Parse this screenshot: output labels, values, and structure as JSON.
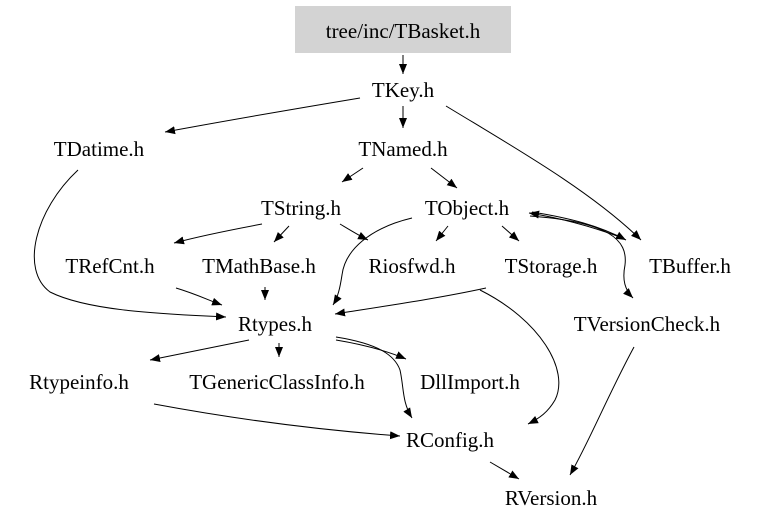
{
  "graph": {
    "root": {
      "id": "root",
      "label": "tree/inc/TBasket.h"
    },
    "nodes": [
      {
        "id": "tkey",
        "label": "TKey.h"
      },
      {
        "id": "tdatime",
        "label": "TDatime.h"
      },
      {
        "id": "tnamed",
        "label": "TNamed.h"
      },
      {
        "id": "tstring",
        "label": "TString.h"
      },
      {
        "id": "tobject",
        "label": "TObject.h"
      },
      {
        "id": "trefcnt",
        "label": "TRefCnt.h"
      },
      {
        "id": "tmathbase",
        "label": "TMathBase.h"
      },
      {
        "id": "riosfwd",
        "label": "Riosfwd.h"
      },
      {
        "id": "tstorage",
        "label": "TStorage.h"
      },
      {
        "id": "tbuffer",
        "label": "TBuffer.h"
      },
      {
        "id": "rtypes",
        "label": "Rtypes.h"
      },
      {
        "id": "tversioncheck",
        "label": "TVersionCheck.h"
      },
      {
        "id": "rtypeinfo",
        "label": "Rtypeinfo.h"
      },
      {
        "id": "tgenericclassinfo",
        "label": "TGenericClassInfo.h"
      },
      {
        "id": "dllimport",
        "label": "DllImport.h"
      },
      {
        "id": "rconfig",
        "label": "RConfig.h"
      },
      {
        "id": "rversion",
        "label": "RVersion.h"
      }
    ],
    "edges": [
      {
        "from": "root",
        "to": "tkey"
      },
      {
        "from": "tkey",
        "to": "tdatime"
      },
      {
        "from": "tkey",
        "to": "tnamed"
      },
      {
        "from": "tkey",
        "to": "tbuffer"
      },
      {
        "from": "tnamed",
        "to": "tstring"
      },
      {
        "from": "tnamed",
        "to": "tobject"
      },
      {
        "from": "tstring",
        "to": "trefcnt"
      },
      {
        "from": "tstring",
        "to": "tmathbase"
      },
      {
        "from": "tstring",
        "to": "riosfwd"
      },
      {
        "from": "tobject",
        "to": "riosfwd"
      },
      {
        "from": "tobject",
        "to": "tstorage"
      },
      {
        "from": "tobject",
        "to": "tbuffer"
      },
      {
        "from": "tobject",
        "to": "tversioncheck"
      },
      {
        "from": "tobject",
        "to": "rtypes"
      },
      {
        "from": "tbuffer",
        "to": "tobject"
      },
      {
        "from": "tdatime",
        "to": "rtypes"
      },
      {
        "from": "trefcnt",
        "to": "rtypes"
      },
      {
        "from": "tmathbase",
        "to": "rtypes"
      },
      {
        "from": "tstorage",
        "to": "rtypes"
      },
      {
        "from": "tstorage",
        "to": "rconfig"
      },
      {
        "from": "rtypes",
        "to": "rtypeinfo"
      },
      {
        "from": "rtypes",
        "to": "tgenericclassinfo"
      },
      {
        "from": "rtypes",
        "to": "dllimport"
      },
      {
        "from": "rtypes",
        "to": "rconfig"
      },
      {
        "from": "rtypeinfo",
        "to": "rconfig"
      },
      {
        "from": "rconfig",
        "to": "rversion"
      },
      {
        "from": "tversioncheck",
        "to": "rversion"
      }
    ]
  }
}
